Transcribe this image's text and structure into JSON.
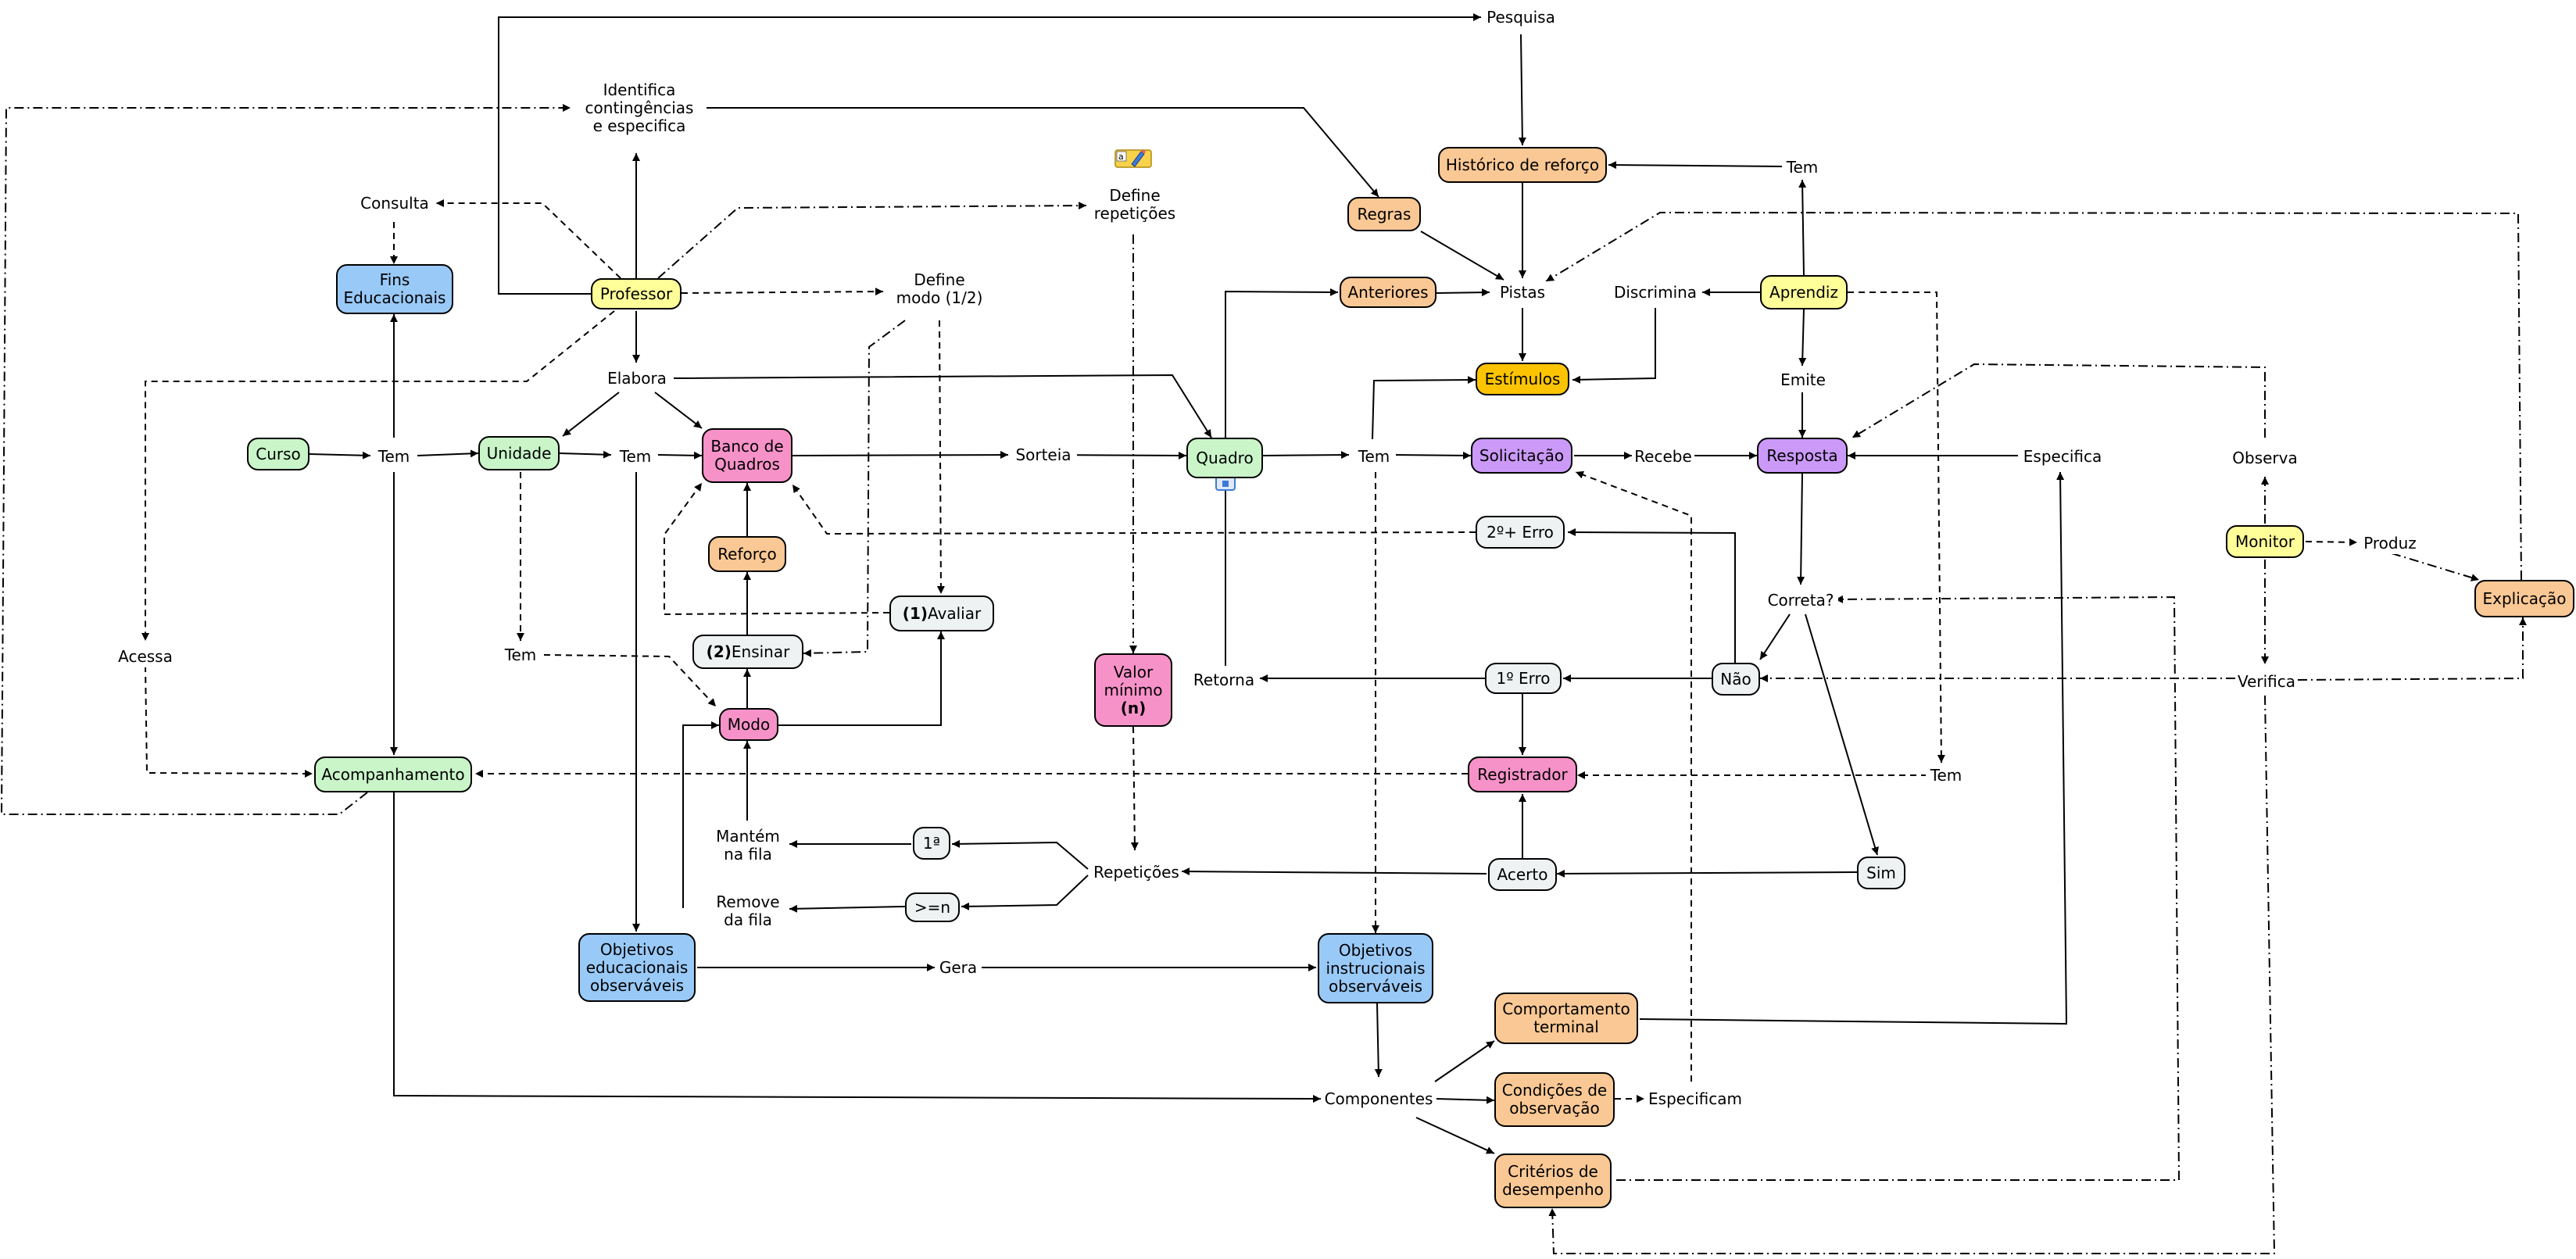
{
  "nodes": {
    "pesquisa": "Pesquisa",
    "identifica": "Identifica\ncontingências\ne especifica",
    "consulta": "Consulta",
    "fins": "Fins\nEducacionais",
    "professor": "Professor",
    "define_modo": "Define\nmodo (1/2)",
    "define_rep": "Define\nrepetições",
    "regras": "Regras",
    "historico": "Histórico de reforço",
    "tem_hist": "Tem",
    "anteriores": "Anteriores",
    "pistas": "Pistas",
    "discrimina": "Discrimina",
    "aprendiz": "Aprendiz",
    "estimulos": "Estímulos",
    "elabora": "Elabora",
    "emite": "Emite",
    "curso": "Curso",
    "tem_curso": "Tem",
    "unidade": "Unidade",
    "tem_unidade": "Tem",
    "banco": "Banco de\nQuadros",
    "sorteia": "Sorteia",
    "quadro": "Quadro",
    "tem_quadro": "Tem",
    "solicitacao": "Solicitação",
    "recebe": "Recebe",
    "resposta": "Resposta",
    "especifica": "Especifica",
    "observa": "Observa",
    "reforco": "Reforço",
    "erro2": "2º+ Erro",
    "monitor": "Monitor",
    "produz": "Produz",
    "avaliar_n": "(1)",
    "avaliar_t": " Avaliar",
    "ensinar_n": "(2)",
    "ensinar_t": " Ensinar",
    "correta": "Correta?",
    "explicacao": "Explicação",
    "acessa": "Acessa",
    "tem_modo": "Tem",
    "valor": "Valor\nmínimo",
    "valor_n": "(n)",
    "retorna": "Retorna",
    "erro1": "1º Erro",
    "nao": "Não",
    "verifica": "Verifica",
    "modo": "Modo",
    "acompanhamento": "Acompanhamento",
    "registrador": "Registrador",
    "tem_reg": "Tem",
    "mantem": "Mantém\nna fila",
    "primeira": "1ª",
    "repeticoes": "Repetições",
    "acerto": "Acerto",
    "sim": "Sim",
    "remove": "Remove\nda fila",
    "maior_n": ">=n",
    "obj_edu": "Objetivos\neducacionais\nobserváveis",
    "gera": "Gera",
    "obj_inst": "Objetivos\ninstrucionais\nobserváveis",
    "comp_terminal": "Comportamento\nterminal",
    "componentes": "Componentes",
    "cond_obs": "Condições de\nobservação",
    "especificam": "Especificam",
    "criterios": "Critérios de\ndesempenho"
  },
  "colors": {
    "green": "#c9f5c9",
    "blue": "#99c9f7",
    "yellow": "#ffff99",
    "orange": "#f9c894",
    "pink": "#f792c9",
    "purple": "#cb99f8",
    "gold": "#fcc400",
    "gray": "#eef2f3"
  },
  "icons": [
    "text-edit-icon",
    "link-icon"
  ]
}
